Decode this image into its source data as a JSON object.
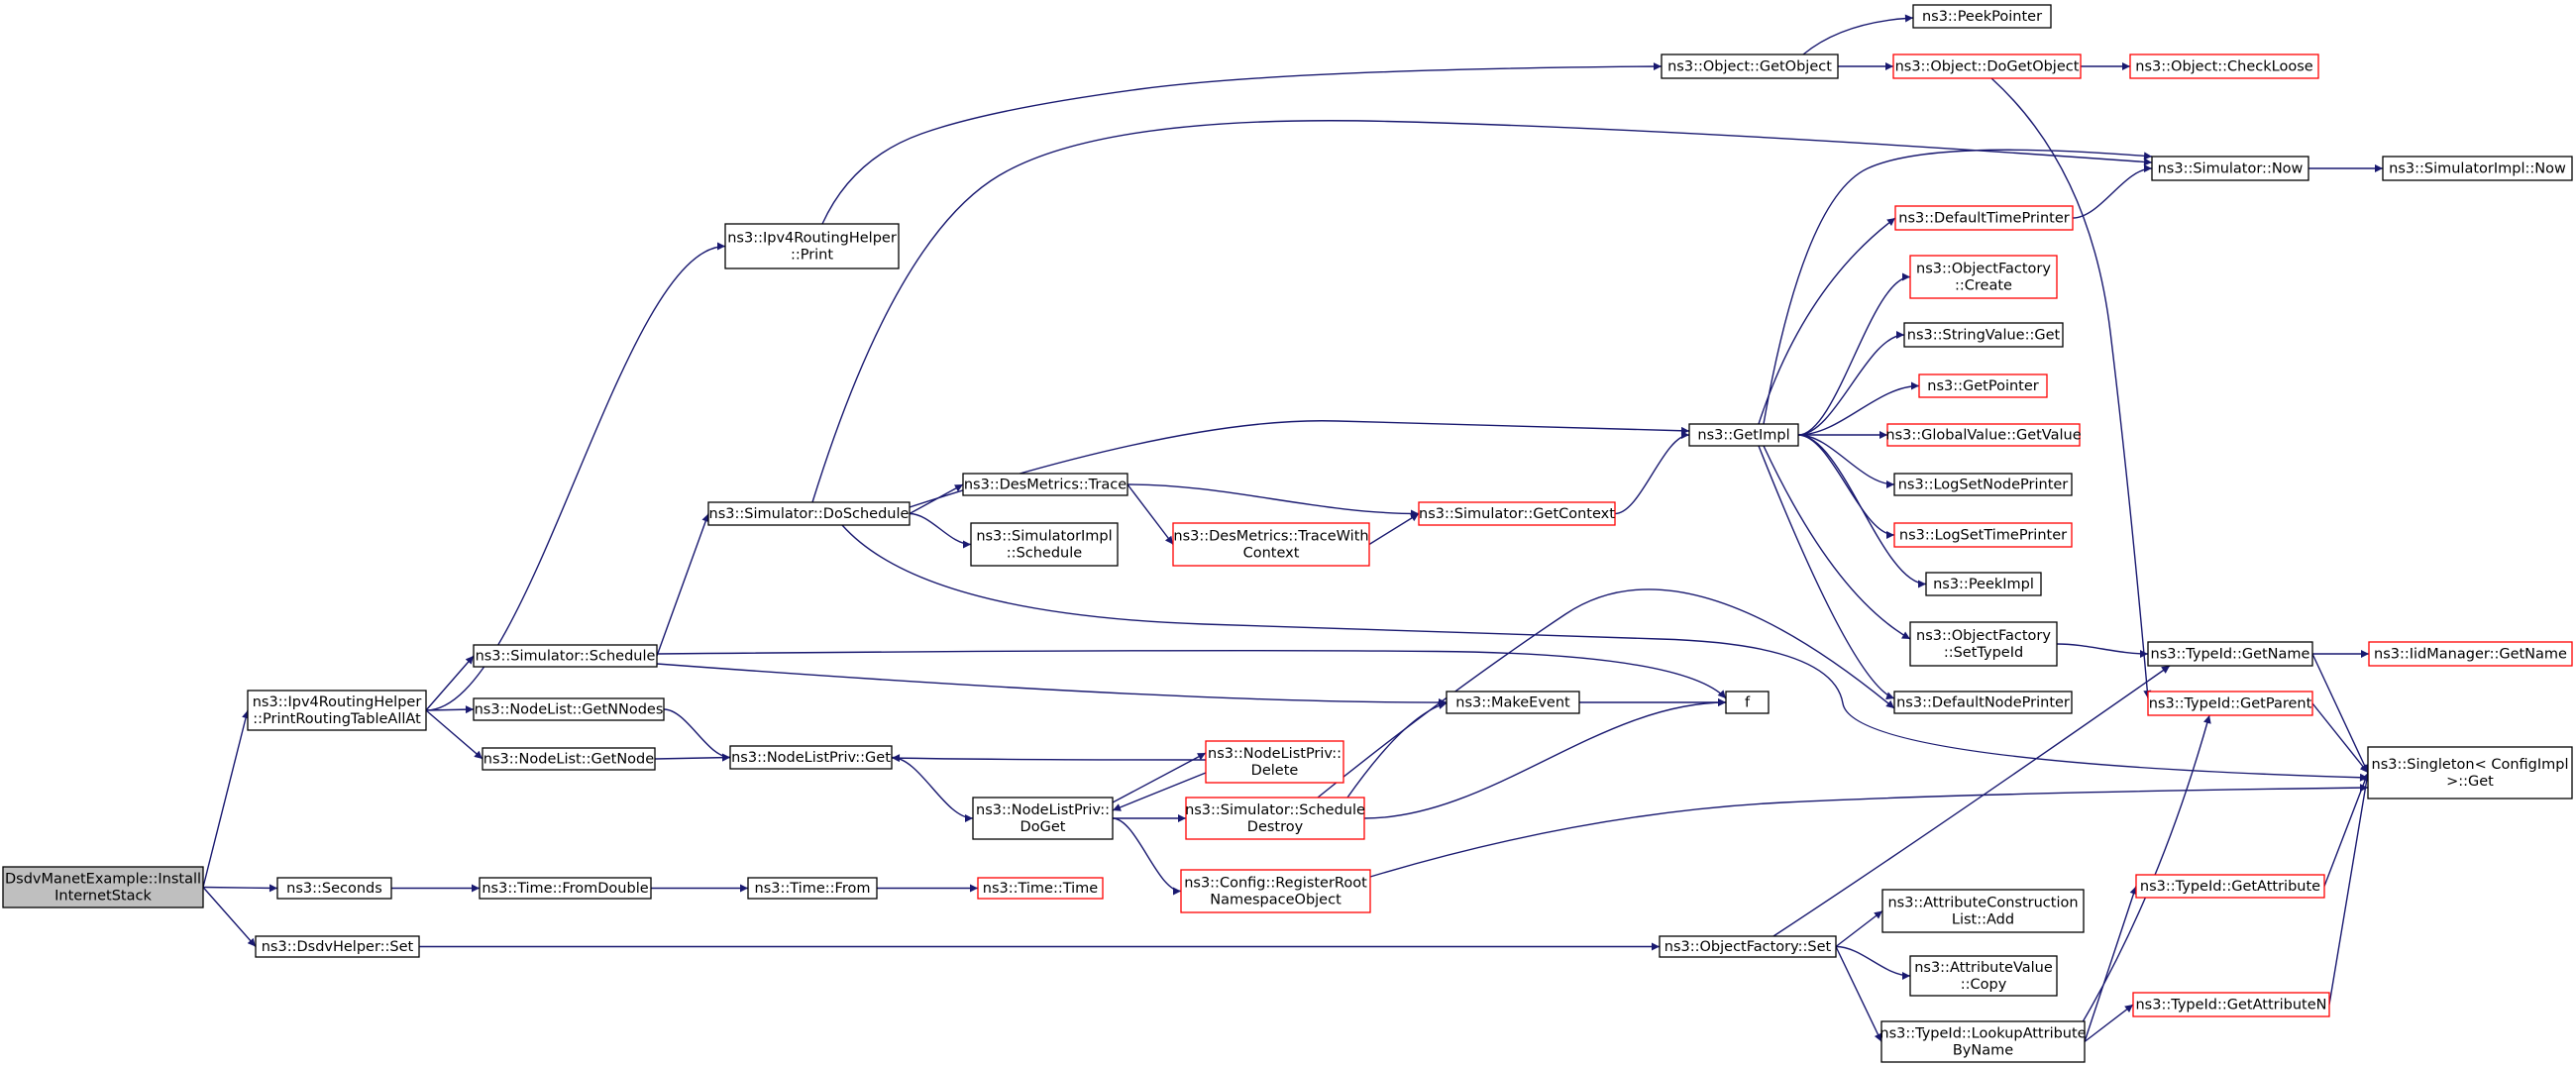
{
  "colors": {
    "edge": "#191970",
    "node_border_normal": "#000000",
    "node_border_truncated": "#ff0000",
    "root_fill": "#bfbfbf",
    "node_fill": "#ffffff"
  },
  "nodes": [
    {
      "id": "root",
      "lines": [
        "DsdvManetExample::Install",
        "InternetStack"
      ],
      "style": "root"
    },
    {
      "id": "printAllAt",
      "lines": [
        "ns3::Ipv4RoutingHelper",
        "::PrintRoutingTableAllAt"
      ],
      "style": "normal"
    },
    {
      "id": "seconds",
      "lines": [
        "ns3::Seconds"
      ],
      "style": "normal"
    },
    {
      "id": "dsdvSet",
      "lines": [
        "ns3::DsdvHelper::Set"
      ],
      "style": "normal"
    },
    {
      "id": "print",
      "lines": [
        "ns3::Ipv4RoutingHelper",
        "::Print"
      ],
      "style": "normal"
    },
    {
      "id": "simSchedule",
      "lines": [
        "ns3::Simulator::Schedule"
      ],
      "style": "normal"
    },
    {
      "id": "getNNodes",
      "lines": [
        "ns3::NodeList::GetNNodes"
      ],
      "style": "normal"
    },
    {
      "id": "getNode",
      "lines": [
        "ns3::NodeList::GetNode"
      ],
      "style": "normal"
    },
    {
      "id": "fromDouble",
      "lines": [
        "ns3::Time::FromDouble"
      ],
      "style": "normal"
    },
    {
      "id": "doSchedule",
      "lines": [
        "ns3::Simulator::DoSchedule"
      ],
      "style": "normal"
    },
    {
      "id": "nlpGet",
      "lines": [
        "ns3::NodeListPriv::Get"
      ],
      "style": "normal"
    },
    {
      "id": "timeFrom",
      "lines": [
        "ns3::Time::From"
      ],
      "style": "normal"
    },
    {
      "id": "desTrace",
      "lines": [
        "ns3::DesMetrics::Trace"
      ],
      "style": "normal"
    },
    {
      "id": "simImplSchedule",
      "lines": [
        "ns3::SimulatorImpl",
        "::Schedule"
      ],
      "style": "normal"
    },
    {
      "id": "nlpDoGet",
      "lines": [
        "ns3::NodeListPriv::",
        "DoGet"
      ],
      "style": "normal"
    },
    {
      "id": "timeTime",
      "lines": [
        "ns3::Time::Time"
      ],
      "style": "truncated"
    },
    {
      "id": "traceWithContext",
      "lines": [
        "ns3::DesMetrics::TraceWith",
        "Context"
      ],
      "style": "truncated"
    },
    {
      "id": "nlpDelete",
      "lines": [
        "ns3::NodeListPriv::",
        "Delete"
      ],
      "style": "truncated"
    },
    {
      "id": "scheduleDestroy",
      "lines": [
        "ns3::Simulator::Schedule",
        "Destroy"
      ],
      "style": "truncated"
    },
    {
      "id": "registerRoot",
      "lines": [
        "ns3::Config::RegisterRoot",
        "NamespaceObject"
      ],
      "style": "truncated"
    },
    {
      "id": "getContext",
      "lines": [
        "ns3::Simulator::GetContext"
      ],
      "style": "truncated"
    },
    {
      "id": "makeEvent",
      "lines": [
        "ns3::MakeEvent"
      ],
      "style": "normal"
    },
    {
      "id": "getObject",
      "lines": [
        "ns3::Object::GetObject"
      ],
      "style": "normal"
    },
    {
      "id": "f",
      "lines": [
        "f"
      ],
      "style": "normal"
    },
    {
      "id": "getImpl",
      "lines": [
        "ns3::GetImpl"
      ],
      "style": "normal"
    },
    {
      "id": "objFactorySet",
      "lines": [
        "ns3::ObjectFactory::Set"
      ],
      "style": "normal"
    },
    {
      "id": "peekPointer",
      "lines": [
        "ns3::PeekPointer"
      ],
      "style": "normal"
    },
    {
      "id": "doGetObject",
      "lines": [
        "ns3::Object::DoGetObject"
      ],
      "style": "truncated"
    },
    {
      "id": "defaultTimePrinter",
      "lines": [
        "ns3::DefaultTimePrinter"
      ],
      "style": "truncated"
    },
    {
      "id": "ofCreate",
      "lines": [
        "ns3::ObjectFactory",
        "::Create"
      ],
      "style": "truncated"
    },
    {
      "id": "stringValueGet",
      "lines": [
        "ns3::StringValue::Get"
      ],
      "style": "normal"
    },
    {
      "id": "getPointer",
      "lines": [
        "ns3::GetPointer"
      ],
      "style": "truncated"
    },
    {
      "id": "globalValueGet",
      "lines": [
        "ns3::GlobalValue::GetValue"
      ],
      "style": "truncated"
    },
    {
      "id": "logSetNodePrinter",
      "lines": [
        "ns3::LogSetNodePrinter"
      ],
      "style": "normal"
    },
    {
      "id": "logSetTimePrinter",
      "lines": [
        "ns3::LogSetTimePrinter"
      ],
      "style": "truncated"
    },
    {
      "id": "peekImpl",
      "lines": [
        "ns3::PeekImpl"
      ],
      "style": "normal"
    },
    {
      "id": "ofSetTypeId",
      "lines": [
        "ns3::ObjectFactory",
        "::SetTypeId"
      ],
      "style": "normal"
    },
    {
      "id": "defaultNodePrinter",
      "lines": [
        "ns3::DefaultNodePrinter"
      ],
      "style": "normal"
    },
    {
      "id": "acListAdd",
      "lines": [
        "ns3::AttributeConstruction",
        "List::Add"
      ],
      "style": "normal"
    },
    {
      "id": "avCopy",
      "lines": [
        "ns3::AttributeValue",
        "::Copy"
      ],
      "style": "normal"
    },
    {
      "id": "lookupAttr",
      "lines": [
        "ns3::TypeId::LookupAttribute",
        "ByName"
      ],
      "style": "normal"
    },
    {
      "id": "checkLoose",
      "lines": [
        "ns3::Object::CheckLoose"
      ],
      "style": "truncated"
    },
    {
      "id": "simNow",
      "lines": [
        "ns3::Simulator::Now"
      ],
      "style": "normal"
    },
    {
      "id": "typeIdGetName",
      "lines": [
        "ns3::TypeId::GetName"
      ],
      "style": "normal"
    },
    {
      "id": "typeIdGetParent",
      "lines": [
        "ns3::TypeId::GetParent"
      ],
      "style": "truncated"
    },
    {
      "id": "typeIdGetAttribute",
      "lines": [
        "ns3::TypeId::GetAttribute"
      ],
      "style": "truncated"
    },
    {
      "id": "typeIdGetAttributeN",
      "lines": [
        "ns3::TypeId::GetAttributeN"
      ],
      "style": "truncated"
    },
    {
      "id": "simImplNow",
      "lines": [
        "ns3::SimulatorImpl::Now"
      ],
      "style": "normal"
    },
    {
      "id": "iidGetName",
      "lines": [
        "ns3::IidManager::GetName"
      ],
      "style": "truncated"
    },
    {
      "id": "singletonGet",
      "lines": [
        "ns3::Singleton< ConfigImpl",
        " >::Get"
      ],
      "style": "normal"
    }
  ],
  "edges": [
    [
      "root",
      "printAllAt"
    ],
    [
      "root",
      "seconds"
    ],
    [
      "root",
      "dsdvSet"
    ],
    [
      "printAllAt",
      "print"
    ],
    [
      "printAllAt",
      "simSchedule"
    ],
    [
      "printAllAt",
      "getNNodes"
    ],
    [
      "printAllAt",
      "getNode"
    ],
    [
      "seconds",
      "fromDouble"
    ],
    [
      "fromDouble",
      "timeFrom"
    ],
    [
      "timeFrom",
      "timeTime"
    ],
    [
      "dsdvSet",
      "objFactorySet"
    ],
    [
      "print",
      "getObject"
    ],
    [
      "simSchedule",
      "doSchedule"
    ],
    [
      "simSchedule",
      "makeEvent"
    ],
    [
      "simSchedule",
      "f"
    ],
    [
      "getNNodes",
      "nlpGet"
    ],
    [
      "getNode",
      "nlpGet"
    ],
    [
      "doSchedule",
      "simNow"
    ],
    [
      "doSchedule",
      "getImpl"
    ],
    [
      "doSchedule",
      "desTrace"
    ],
    [
      "doSchedule",
      "simImplSchedule"
    ],
    [
      "doSchedule",
      "singletonGet"
    ],
    [
      "desTrace",
      "getContext"
    ],
    [
      "desTrace",
      "traceWithContext"
    ],
    [
      "traceWithContext",
      "getContext"
    ],
    [
      "nlpGet",
      "nlpDoGet"
    ],
    [
      "nlpDoGet",
      "nlpDelete"
    ],
    [
      "nlpDelete",
      "nlpGet"
    ],
    [
      "nlpDelete",
      "nlpDoGet"
    ],
    [
      "nlpDoGet",
      "scheduleDestroy"
    ],
    [
      "nlpDoGet",
      "registerRoot"
    ],
    [
      "scheduleDestroy",
      "makeEvent"
    ],
    [
      "scheduleDestroy",
      "f"
    ],
    [
      "scheduleDestroy",
      "defaultNodePrinter"
    ],
    [
      "registerRoot",
      "singletonGet"
    ],
    [
      "makeEvent",
      "f"
    ],
    [
      "getContext",
      "getImpl"
    ],
    [
      "getObject",
      "peekPointer"
    ],
    [
      "getObject",
      "doGetObject"
    ],
    [
      "doGetObject",
      "checkLoose"
    ],
    [
      "doGetObject",
      "typeIdGetParent"
    ],
    [
      "getImpl",
      "simNow"
    ],
    [
      "getImpl",
      "defaultTimePrinter"
    ],
    [
      "getImpl",
      "ofCreate"
    ],
    [
      "getImpl",
      "stringValueGet"
    ],
    [
      "getImpl",
      "getPointer"
    ],
    [
      "getImpl",
      "globalValueGet"
    ],
    [
      "getImpl",
      "logSetNodePrinter"
    ],
    [
      "getImpl",
      "logSetTimePrinter"
    ],
    [
      "getImpl",
      "peekImpl"
    ],
    [
      "getImpl",
      "ofSetTypeId"
    ],
    [
      "getImpl",
      "defaultNodePrinter"
    ],
    [
      "defaultTimePrinter",
      "simNow"
    ],
    [
      "simNow",
      "simImplNow"
    ],
    [
      "ofSetTypeId",
      "typeIdGetName"
    ],
    [
      "objFactorySet",
      "typeIdGetName"
    ],
    [
      "objFactorySet",
      "acListAdd"
    ],
    [
      "objFactorySet",
      "avCopy"
    ],
    [
      "objFactorySet",
      "lookupAttr"
    ],
    [
      "lookupAttr",
      "typeIdGetParent"
    ],
    [
      "lookupAttr",
      "typeIdGetAttribute"
    ],
    [
      "lookupAttr",
      "typeIdGetAttributeN"
    ],
    [
      "typeIdGetName",
      "iidGetName"
    ],
    [
      "typeIdGetName",
      "singletonGet"
    ],
    [
      "typeIdGetParent",
      "singletonGet"
    ],
    [
      "typeIdGetAttribute",
      "singletonGet"
    ],
    [
      "typeIdGetAttributeN",
      "singletonGet"
    ]
  ]
}
